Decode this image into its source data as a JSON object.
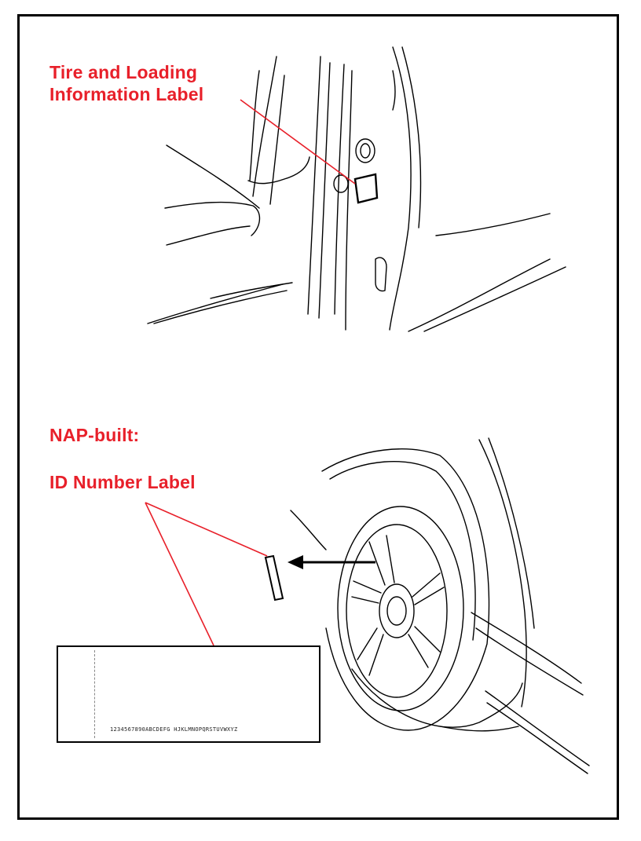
{
  "colors": {
    "callout": "#e8202a",
    "line_art": "#000000"
  },
  "labels": {
    "tire_label_line1": "Tire and Loading",
    "tire_label_line2": "Information Label",
    "nap_built": "NAP-built:",
    "id_number_label": "ID Number Label"
  },
  "barcode": {
    "digits": "1234567890ABCDEFG HJKLMNOPQRSTUVWXYZ"
  }
}
